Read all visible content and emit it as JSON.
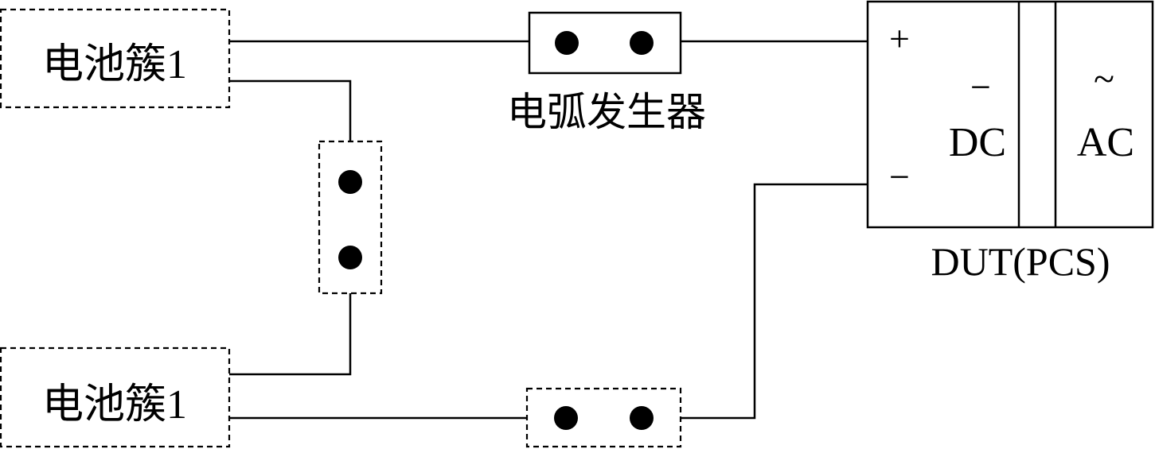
{
  "diagram": {
    "battery_top": {
      "label": "电池簇1"
    },
    "battery_bottom": {
      "label": "电池簇1"
    },
    "arc_generator": {
      "label": "电弧发生器"
    },
    "dut": {
      "label": "DUT(PCS)",
      "plus_sign": "+",
      "minus_sign": "−",
      "dc_symbol": "−",
      "dc_label": "DC",
      "ac_symbol": "~",
      "ac_label": "AC"
    }
  }
}
